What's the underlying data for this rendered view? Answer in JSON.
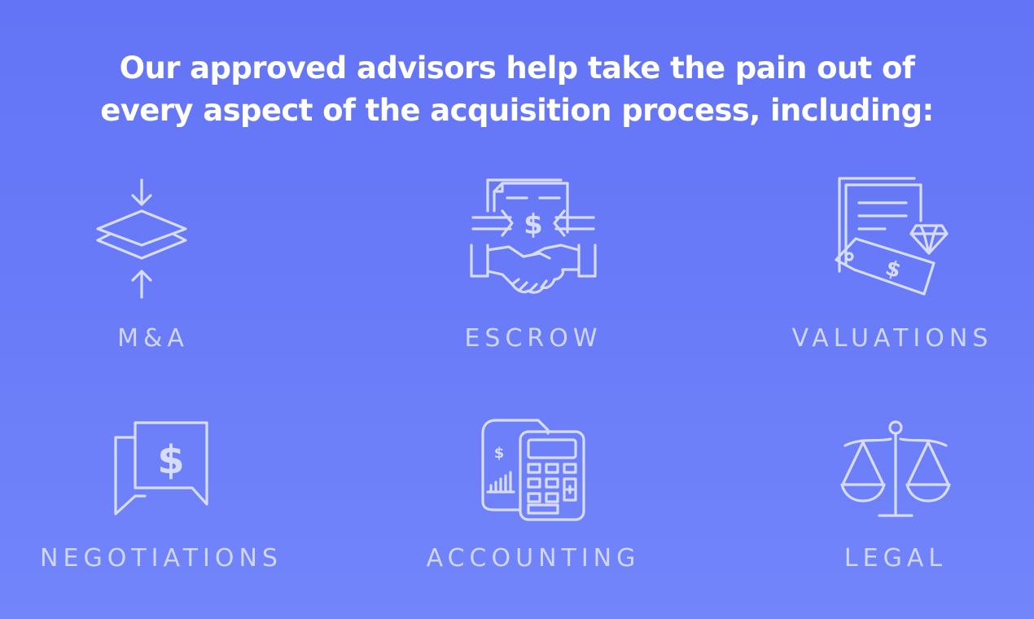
{
  "headline": {
    "line1": "Our approved advisors help take the pain out of",
    "line2": "every aspect of the acquisition process, including:"
  },
  "services": [
    {
      "label": "M&A",
      "icon": "layers-merge-icon"
    },
    {
      "label": "ESCROW",
      "icon": "handshake-dollar-icon"
    },
    {
      "label": "VALUATIONS",
      "icon": "price-tag-diamond-icon"
    },
    {
      "label": "NEGOTIATIONS",
      "icon": "speech-bubbles-dollar-icon"
    },
    {
      "label": "ACCOUNTING",
      "icon": "calculator-document-icon"
    },
    {
      "label": "LEGAL",
      "icon": "scales-of-justice-icon"
    }
  ],
  "colors": {
    "background_top": "#6374f6",
    "background_bottom": "#7385fa",
    "headline": "#ffffff",
    "icon_stroke": "#d6dcfc",
    "label": "#cfd6fb"
  }
}
